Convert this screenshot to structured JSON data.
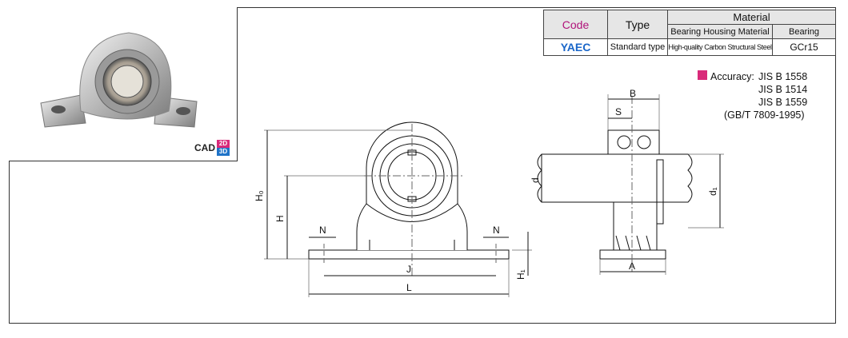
{
  "cad_badge": {
    "label": "CAD",
    "option_2d": "2D",
    "option_3d": "3D"
  },
  "spec_table": {
    "code_header": "Code",
    "type_header": "Type",
    "material_header": "Material",
    "housing_material_header": "Bearing Housing Material",
    "bearing_header": "Bearing",
    "rows": [
      {
        "code": "YAEC",
        "type": "Standard type",
        "housing_material": "High-quality Carbon Structural Steel",
        "bearing": "GCr15"
      }
    ]
  },
  "accuracy": {
    "label": "Accuracy:",
    "standards": [
      "JIS  B 1558",
      "JIS  B 1514",
      "JIS  B 1559",
      "(GB/T 7809-1995)"
    ]
  },
  "dimension_labels": {
    "H0": "H₀",
    "H": "H",
    "N_left": "N",
    "N_right": "N",
    "J": "J",
    "L": "L",
    "H1": "H₁",
    "B": "B",
    "S": "S",
    "d": "d",
    "d1": "d₁",
    "A": "A"
  },
  "colors": {
    "code_accent": "#b0137a",
    "yaec_blue": "#1a66c9",
    "accuracy_mark": "#d92a7a"
  }
}
